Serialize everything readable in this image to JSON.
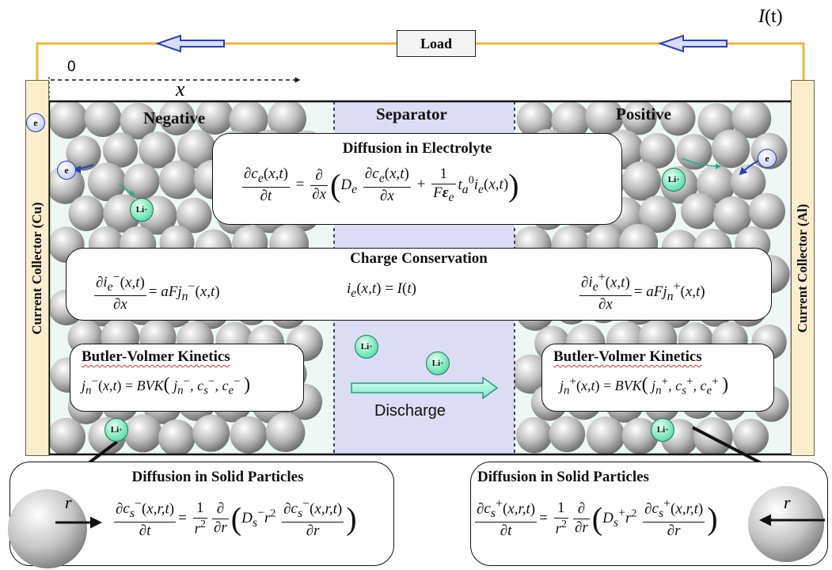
{
  "current_label": "I(t)",
  "load_label": "Load",
  "origin_label": "0",
  "x_axis_label": "x",
  "regions": {
    "negative": "Negative",
    "separator": "Separator",
    "positive": "Positive"
  },
  "collectors": {
    "left": "Current Collector (Cu)",
    "right": "Current Collector (Al)"
  },
  "particles": {
    "electron": "e",
    "lithium": "Li"
  },
  "boxes": {
    "diffusion_electrolyte": "Diffusion in Electrolyte",
    "charge_conservation": "Charge Conservation",
    "butler_volmer": "Butler-Volmer Kinetics",
    "diffusion_solid": "Diffusion in Solid Particles"
  },
  "discharge_label": "Discharge",
  "radius_label": "r",
  "colors": {
    "wire": "#f2b731",
    "separator": "#dcdcf4",
    "electrode_bg": "#eef7f4",
    "lithium": "#5ee0ae",
    "electron": "#c9d0ff",
    "arrow_blue": "#2b3fbf"
  }
}
